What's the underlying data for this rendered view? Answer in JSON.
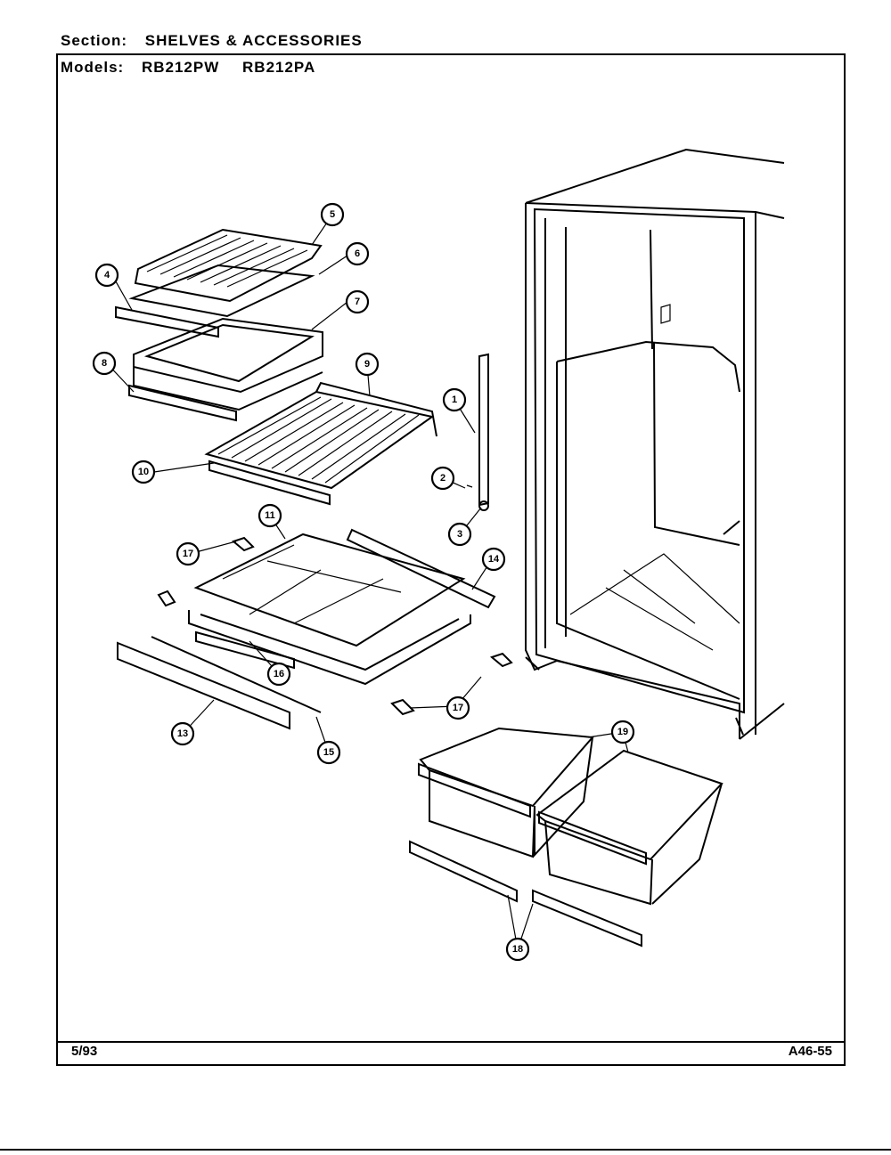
{
  "header": {
    "section_label": "Section:",
    "section_title": "SHELVES & ACCESSORIES",
    "models_label": "Models:",
    "models": [
      "RB212PW",
      "RB212PA"
    ]
  },
  "footer": {
    "date": "5/93",
    "code": "A46-55"
  },
  "callouts": [
    "1",
    "2",
    "3",
    "4",
    "5",
    "6",
    "7",
    "8",
    "9",
    "10",
    "11",
    "14",
    "16",
    "17",
    "13",
    "15",
    "17",
    "19",
    "18"
  ]
}
